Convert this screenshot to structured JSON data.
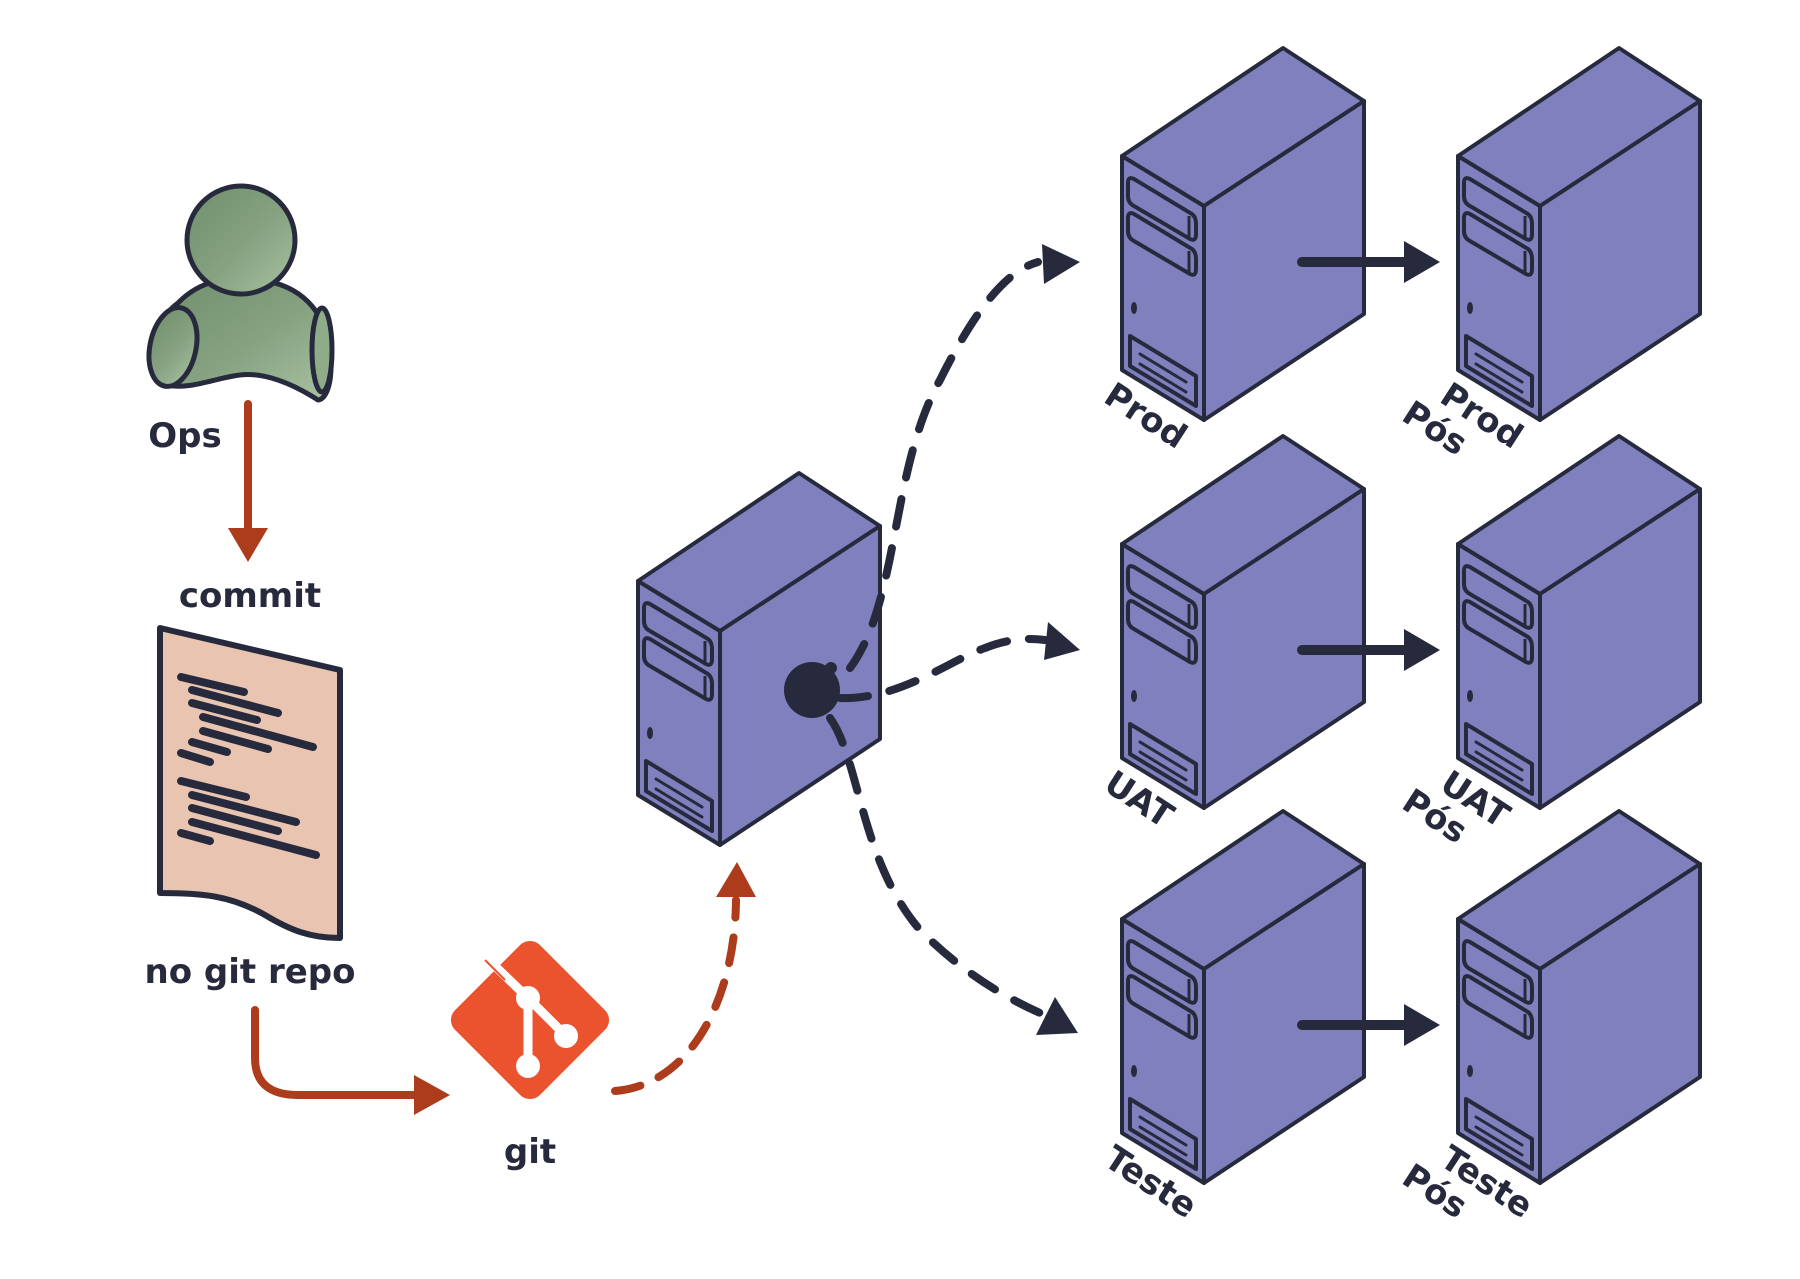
{
  "colors": {
    "ink": "#272a3d",
    "server_fill": "#7f80bd",
    "person_fill": "#7d9a78",
    "person_highlight": "#a3bd9c",
    "document_fill": "#e9c5b1",
    "git_orange": "#eb532e",
    "arrow_rust": "#ad3c1c",
    "background": "#ffffff"
  },
  "nodes": {
    "ops": {
      "label": "Ops",
      "icon": "user-icon"
    },
    "commit": {
      "label": "commit"
    },
    "document": {
      "label": "no git repo",
      "icon": "document-icon"
    },
    "git": {
      "label": "git",
      "icon": "git-logo-icon"
    },
    "central_server": {
      "icon": "server-icon"
    }
  },
  "environments": [
    {
      "name": "Prod",
      "post_label_1": "Prod",
      "post_label_2": "Pós"
    },
    {
      "name": "UAT",
      "post_label_1": "UAT",
      "post_label_2": "Pós"
    },
    {
      "name": "Teste",
      "post_label_1": "Teste",
      "post_label_2": "Pós"
    }
  ],
  "edges": [
    {
      "from": "ops",
      "to": "document",
      "style": "solid",
      "color": "rust"
    },
    {
      "from": "document",
      "to": "git",
      "style": "solid",
      "color": "rust"
    },
    {
      "from": "git",
      "to": "central_server",
      "style": "dashed",
      "color": "rust"
    },
    {
      "from": "central_server",
      "to": "Prod",
      "style": "dashed",
      "color": "ink"
    },
    {
      "from": "central_server",
      "to": "UAT",
      "style": "dashed",
      "color": "ink"
    },
    {
      "from": "central_server",
      "to": "Teste",
      "style": "dashed",
      "color": "ink"
    },
    {
      "from": "Prod",
      "to": "Prod Pós",
      "style": "solid",
      "color": "ink"
    },
    {
      "from": "UAT",
      "to": "UAT Pós",
      "style": "solid",
      "color": "ink"
    },
    {
      "from": "Teste",
      "to": "Teste Pós",
      "style": "solid",
      "color": "ink"
    }
  ]
}
